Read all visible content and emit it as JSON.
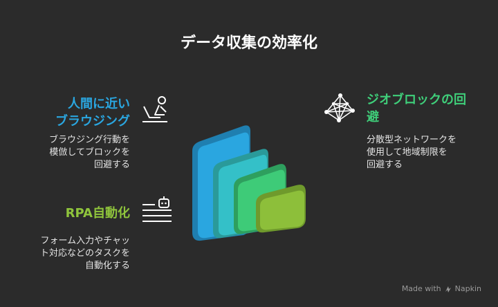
{
  "title": "データ収集の効率化",
  "left_top": {
    "title_line1": "人間に近い",
    "title_line2": "ブラウジング",
    "desc_line1": "ブラウジング行動を",
    "desc_line2": "模倣してブロックを",
    "desc_line3": "回避する",
    "color": "#2aa6e0",
    "icon": "person-at-laptop-icon"
  },
  "left_bottom": {
    "title_line1": "RPA自動化",
    "desc_line1": "フォーム入力やチャッ",
    "desc_line2": "ト対応などのタスクを",
    "desc_line3": "自動化する",
    "color": "#8fc43c",
    "icon": "robot-task-icon"
  },
  "right_top": {
    "title_line1": "ジオブロックの回",
    "title_line2": "避",
    "desc_line1": "分散型ネットワークを",
    "desc_line2": "使用して地域制限を",
    "desc_line3": "回避する",
    "color": "#3fcf7a",
    "icon": "network-mesh-icon"
  },
  "footer": {
    "made_with": "Made with",
    "brand": "Napkin",
    "icon": "napkin-logo-icon"
  },
  "layers": {
    "colors": [
      "#2aa6e0",
      "#34c0c8",
      "#3ecb78",
      "#8dbf3a"
    ]
  }
}
